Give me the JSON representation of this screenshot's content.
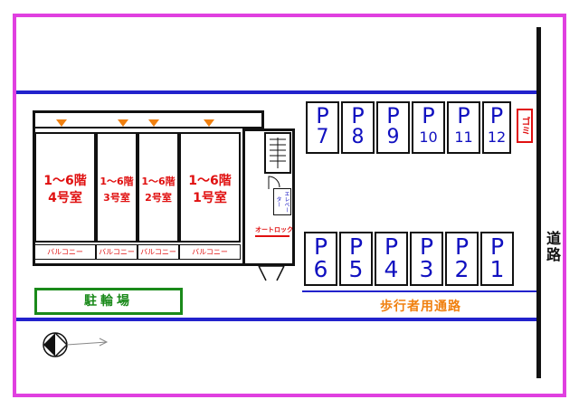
{
  "colors": {
    "frame": "#e040e0",
    "boundary": "#2222cc",
    "unit_text": "#e01010",
    "parking_text": "#1010c0",
    "walkway_text": "#f08010",
    "bike_text": "#1a8a1a"
  },
  "building": {
    "units": [
      {
        "floors": "1～6階",
        "room": "4号室",
        "balcony": "バルコニー"
      },
      {
        "floors": "1～6階",
        "room": "3号室",
        "balcony": "バルコニー"
      },
      {
        "floors": "1～6階",
        "room": "2号室",
        "balcony": "バルコニー"
      },
      {
        "floors": "1～6階",
        "room": "1号室",
        "balcony": "バルコニー"
      }
    ],
    "elevator": "エレベーター",
    "autolock": "オートロック"
  },
  "parking": {
    "top_row": [
      {
        "p": "P",
        "num": "7"
      },
      {
        "p": "P",
        "num": "8"
      },
      {
        "p": "P",
        "num": "9"
      },
      {
        "p": "P",
        "num": "10"
      },
      {
        "p": "P",
        "num": "11"
      },
      {
        "p": "P",
        "num": "12"
      }
    ],
    "bottom_row": [
      {
        "p": "P",
        "num": "6"
      },
      {
        "p": "P",
        "num": "5"
      },
      {
        "p": "P",
        "num": "4"
      },
      {
        "p": "P",
        "num": "3"
      },
      {
        "p": "P",
        "num": "2"
      },
      {
        "p": "P",
        "num": "1"
      }
    ]
  },
  "garbage": "ゴミ",
  "bicycle_parking": "駐輪場",
  "walkway": "歩行者用通路",
  "road": "道路",
  "compass_icon": "north-arrow-icon"
}
